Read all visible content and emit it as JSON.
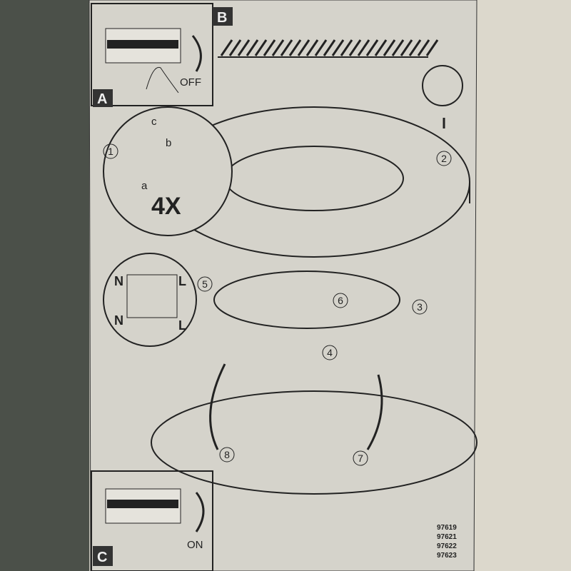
{
  "sections": {
    "a": "A",
    "b": "B",
    "c": "C"
  },
  "switch_off_label": "OFF",
  "switch_on_label": "ON",
  "steps": [
    "1",
    "2",
    "3",
    "4",
    "5",
    "6",
    "7",
    "8"
  ],
  "detail_labels": {
    "a": "a",
    "b": "b",
    "c": "c",
    "count": "4X"
  },
  "terminal_labels": {
    "n_top": "N",
    "l_top": "L",
    "n_bottom": "N",
    "l_bottom": "L"
  },
  "model_numbers": [
    "97619",
    "97621",
    "97622",
    "97623"
  ]
}
